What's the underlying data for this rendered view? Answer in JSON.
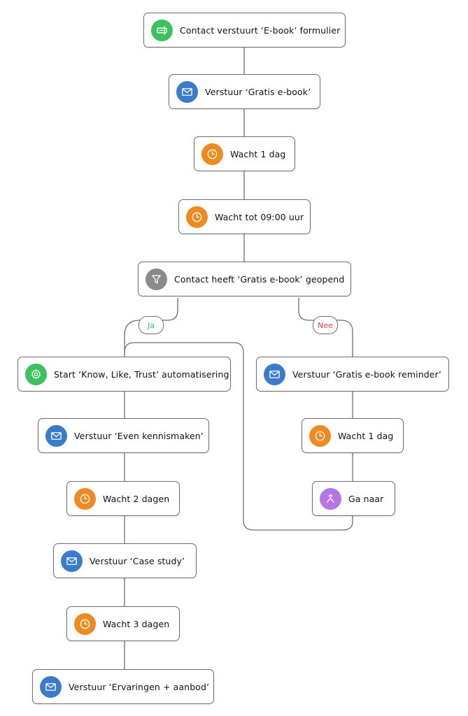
{
  "colors": {
    "trigger": "#3cc15e",
    "email": "#3a7cc9",
    "wait": "#ee8a22",
    "condition": "#8a8a8a",
    "automation": "#3cc15e",
    "goto": "#b675e6",
    "yes": "#3cc15e",
    "no": "#e5403b",
    "connector": "#6e6e6e"
  },
  "nodes": [
    {
      "label": "Contact verstuurt ‘E-book’ formulier",
      "icon": "form-icon",
      "kind": "trigger"
    },
    {
      "label": "Verstuur ‘Gratis e-book’",
      "icon": "mail-icon",
      "kind": "email"
    },
    {
      "label": "Wacht 1 dag",
      "icon": "clock-icon",
      "kind": "wait"
    },
    {
      "label": "Wacht tot 09:00 uur",
      "icon": "clock-icon",
      "kind": "wait"
    },
    {
      "label": "Contact heeft ‘Gratis e-book’ geopend",
      "icon": "filter-icon",
      "kind": "condition"
    },
    {
      "label": "Start ‘Know, Like, Trust’ automatisering",
      "icon": "gear-icon",
      "kind": "automation"
    },
    {
      "label": "Verstuur ‘Even kennismaken’",
      "icon": "mail-icon",
      "kind": "email"
    },
    {
      "label": "Wacht 2 dagen",
      "icon": "clock-icon",
      "kind": "wait"
    },
    {
      "label": "Verstuur ‘Case study’",
      "icon": "mail-icon",
      "kind": "email"
    },
    {
      "label": "Wacht 3 dagen",
      "icon": "clock-icon",
      "kind": "wait"
    },
    {
      "label": "Verstuur ‘Ervaringen + aanbod’",
      "icon": "mail-icon",
      "kind": "email"
    },
    {
      "label": "Verstuur ‘Gratis e-book reminder’",
      "icon": "mail-icon",
      "kind": "email"
    },
    {
      "label": "Wacht 1 dag",
      "icon": "clock-icon",
      "kind": "wait"
    },
    {
      "label": "Ga naar",
      "icon": "goto-icon",
      "kind": "goto"
    }
  ],
  "branches": {
    "yes_label": "Ja",
    "no_label": "Nee"
  }
}
